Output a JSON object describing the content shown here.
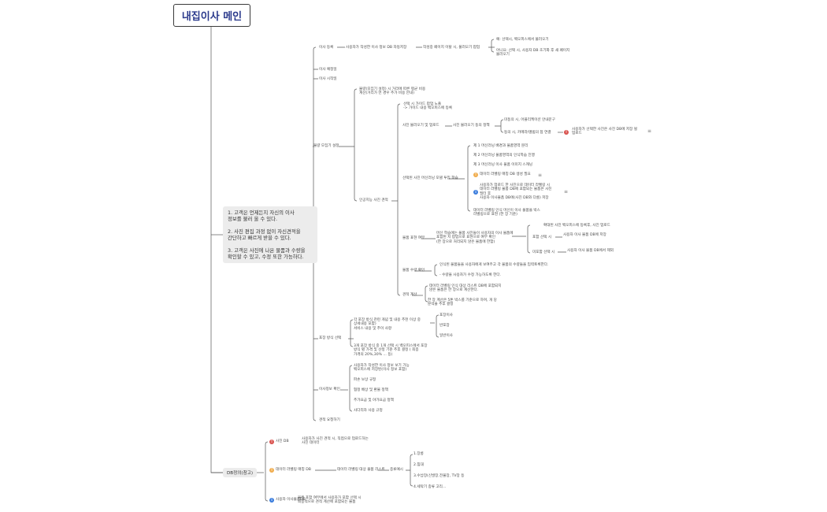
{
  "root": {
    "title": "내집이사 메인"
  },
  "summary": "1. 고객은 언제든지 자신의 이사\n정보를 불러 올 수 있다.\n\n2. 사진 편집 과정 없이 자신견적을\n간단하고 빠르게 받을 수 있다.\n\n3. 고객은 사진에 나온 물품과 수량을\n확인할 수 있고, 수정 또한 가능하다.",
  "db_label": "DB정의(참고)",
  "main": [
    {
      "id": "m1",
      "text": "이사 등록"
    },
    {
      "id": "m1a",
      "text": "사용자가 작성한 이사 정보 DB 자동저장"
    },
    {
      "id": "m1b",
      "text": "작성중 페이지 이탈 시, 불러오기 팝업"
    },
    {
      "id": "m1c",
      "text": "예: 선택시, 백오피스에서 불러오기"
    },
    {
      "id": "m1d",
      "text": "아니요: 선택 시, 사용자 DB 초기화 후 새 페이지\n불러오기"
    },
    {
      "id": "m2",
      "text": "이사 예정일"
    },
    {
      "id": "m3",
      "text": "이사 시작일"
    },
    {
      "id": "m4",
      "text": "물량 모집기 설정"
    },
    {
      "id": "m4a",
      "text": "물량(모집기 설정) 시 거리에 따른 평균 비용\n계산(거리가 먼 경우 추가 비용 안내)"
    },
    {
      "id": "m4b",
      "text": "인공지능 사진 견적"
    },
    {
      "id": "p1",
      "text": "선택 시 가이드 팝업 노출\n-> 가이드 내용 백오피스에 등록"
    },
    {
      "id": "p2",
      "text": "사진 불러오기 및 업로드"
    },
    {
      "id": "p2a",
      "text": "사진 불러오기 동의 정책"
    },
    {
      "id": "p2b",
      "text": "미동의 시, 어플리케이션 안내문구"
    },
    {
      "id": "p2c",
      "text": "동의 시, 카메라/앨범의 접 연결"
    },
    {
      "id": "p2d",
      "text": "사용자가 선택한 사진은 사진 DB에 저장 될\n업로드"
    },
    {
      "id": "p3",
      "text": "선택된 사진 머신러닝 모델 투입 학습"
    },
    {
      "id": "p3a",
      "text": "제 1 머신러닝 배경과 물품영역 분리"
    },
    {
      "id": "p3b",
      "text": "제 2 머신러닝 물품영역의 인식학습 진행"
    },
    {
      "id": "p3c",
      "text": "제 3 머신러닝 이사 물품 이미지 스캐닝"
    },
    {
      "id": "p3d",
      "text": "데이터 라벨링 매칭 DB 생성 필요"
    },
    {
      "id": "p3e",
      "text": "사용자가 업로드 한 사진으로 데이터 라벨링 시\n데이터 라벨링 물품 DB에 포함되는 물품은 사진\n필터 후\n사용자 이사물품 DB에(사진 DB와 다름) 저장"
    },
    {
      "id": "p3f",
      "text": "데이터 라벨링 인식 머신이 이사 물품을 박스\n라벨링으로 표현 (한 장 기준)"
    },
    {
      "id": "p4",
      "text": "물품 표현 여부"
    },
    {
      "id": "p4a",
      "text": "머신 학습에는 물품 사진들이 사용자의 이사 물품에\n포함된 지 팝업으로 표현으로 여부 확인\n(한 장으로 처리되지 않은 물품에 한함)"
    },
    {
      "id": "p4b",
      "text": "확대된 사진 백오피스에 등록후, 사진 업로드"
    },
    {
      "id": "p4c",
      "text": "포함 선택 시"
    },
    {
      "id": "p4d",
      "text": "사용자 이사 물품 DB에 저장"
    },
    {
      "id": "p4e",
      "text": "미포함 선택 시"
    },
    {
      "id": "p4f",
      "text": "사용자 이사 물품 DB에서 제외"
    },
    {
      "id": "p5",
      "text": "물품 수량 확인"
    },
    {
      "id": "p5a",
      "text": "인식된 물품들을 사용자에게 보여주고 각 물품의 수량들을 입력토록한다."
    },
    {
      "id": "p5b",
      "text": "- 수량을 사용자가 수정 가능하도록 한다."
    },
    {
      "id": "p6",
      "text": "견적 계산"
    },
    {
      "id": "p6a",
      "text": "데이터 라벨링 인식 대상 리스트 DB에 포함되지\n않은 물품은 한 장으로 계산한다."
    },
    {
      "id": "p6b",
      "text": "한 장 계산은 5톤 박스를 기준으로 하며, 개 당\n분석을 추후 결정"
    },
    {
      "id": "m5",
      "text": "포장 방식 선택"
    },
    {
      "id": "m5a",
      "text": "각 포장 방식 관련 개념 및 내용 추천 이상 중\n상세내용 포함)\n서비스 내용 및 추이 사항"
    },
    {
      "id": "m5b",
      "text": "포장이사"
    },
    {
      "id": "m5c",
      "text": "반포장"
    },
    {
      "id": "m5d",
      "text": "일반이사"
    },
    {
      "id": "m5e",
      "text": "3개 포장 방식 중 1개 선택 시 백오피스에서 포장\n방식 별 가격 및 산정 기준 추후 결정 ( 최종\n가격의 20%,30% ... 등)"
    },
    {
      "id": "m6",
      "text": "이사정보 확인"
    },
    {
      "id": "m6a",
      "text": "사용자가 작성한 이사 정보 보기 가능\n백오피스에 저장된(이사 정보 포함)"
    },
    {
      "id": "m6b",
      "text": "파손 보상 규정"
    },
    {
      "id": "m6c",
      "text": "협정 배상 및 환불 정책"
    },
    {
      "id": "m6d",
      "text": "추가요금 및 야가요금 정책"
    },
    {
      "id": "m6e",
      "text": "사다리차 사용 규정"
    },
    {
      "id": "m7",
      "text": "견적 요청하기"
    }
  ],
  "db_items": [
    {
      "id": "d1",
      "text": "사진 DB",
      "icon": "red",
      "desc": "사용자가 사진 견적 시, 직접으로 업로드하는\n사진 데이터"
    },
    {
      "id": "d2",
      "text": "데이터 라벨링 매칭 DB",
      "icon": "yel",
      "desc": "데이터 라벨링 대상 물품 리스트"
    },
    {
      "id": "d3",
      "text": "사용자 이사물품DB",
      "icon": "blu",
      "desc": "물품 포함 여부에서 사용자가 포함 선택 시\n최종적으로 견적 계산에 포함되는 물품"
    }
  ],
  "db_sub": {
    "hub": "종류예시",
    "items": [
      "1.장롱",
      "2.침대",
      "3.수납장(신발장,전물장, TV장 등",
      "4.세탁기 종류 고리..."
    ]
  },
  "icons": {
    "red": "#d9534f",
    "yel": "#f0ad4e",
    "blu": "#3b7ddd"
  }
}
